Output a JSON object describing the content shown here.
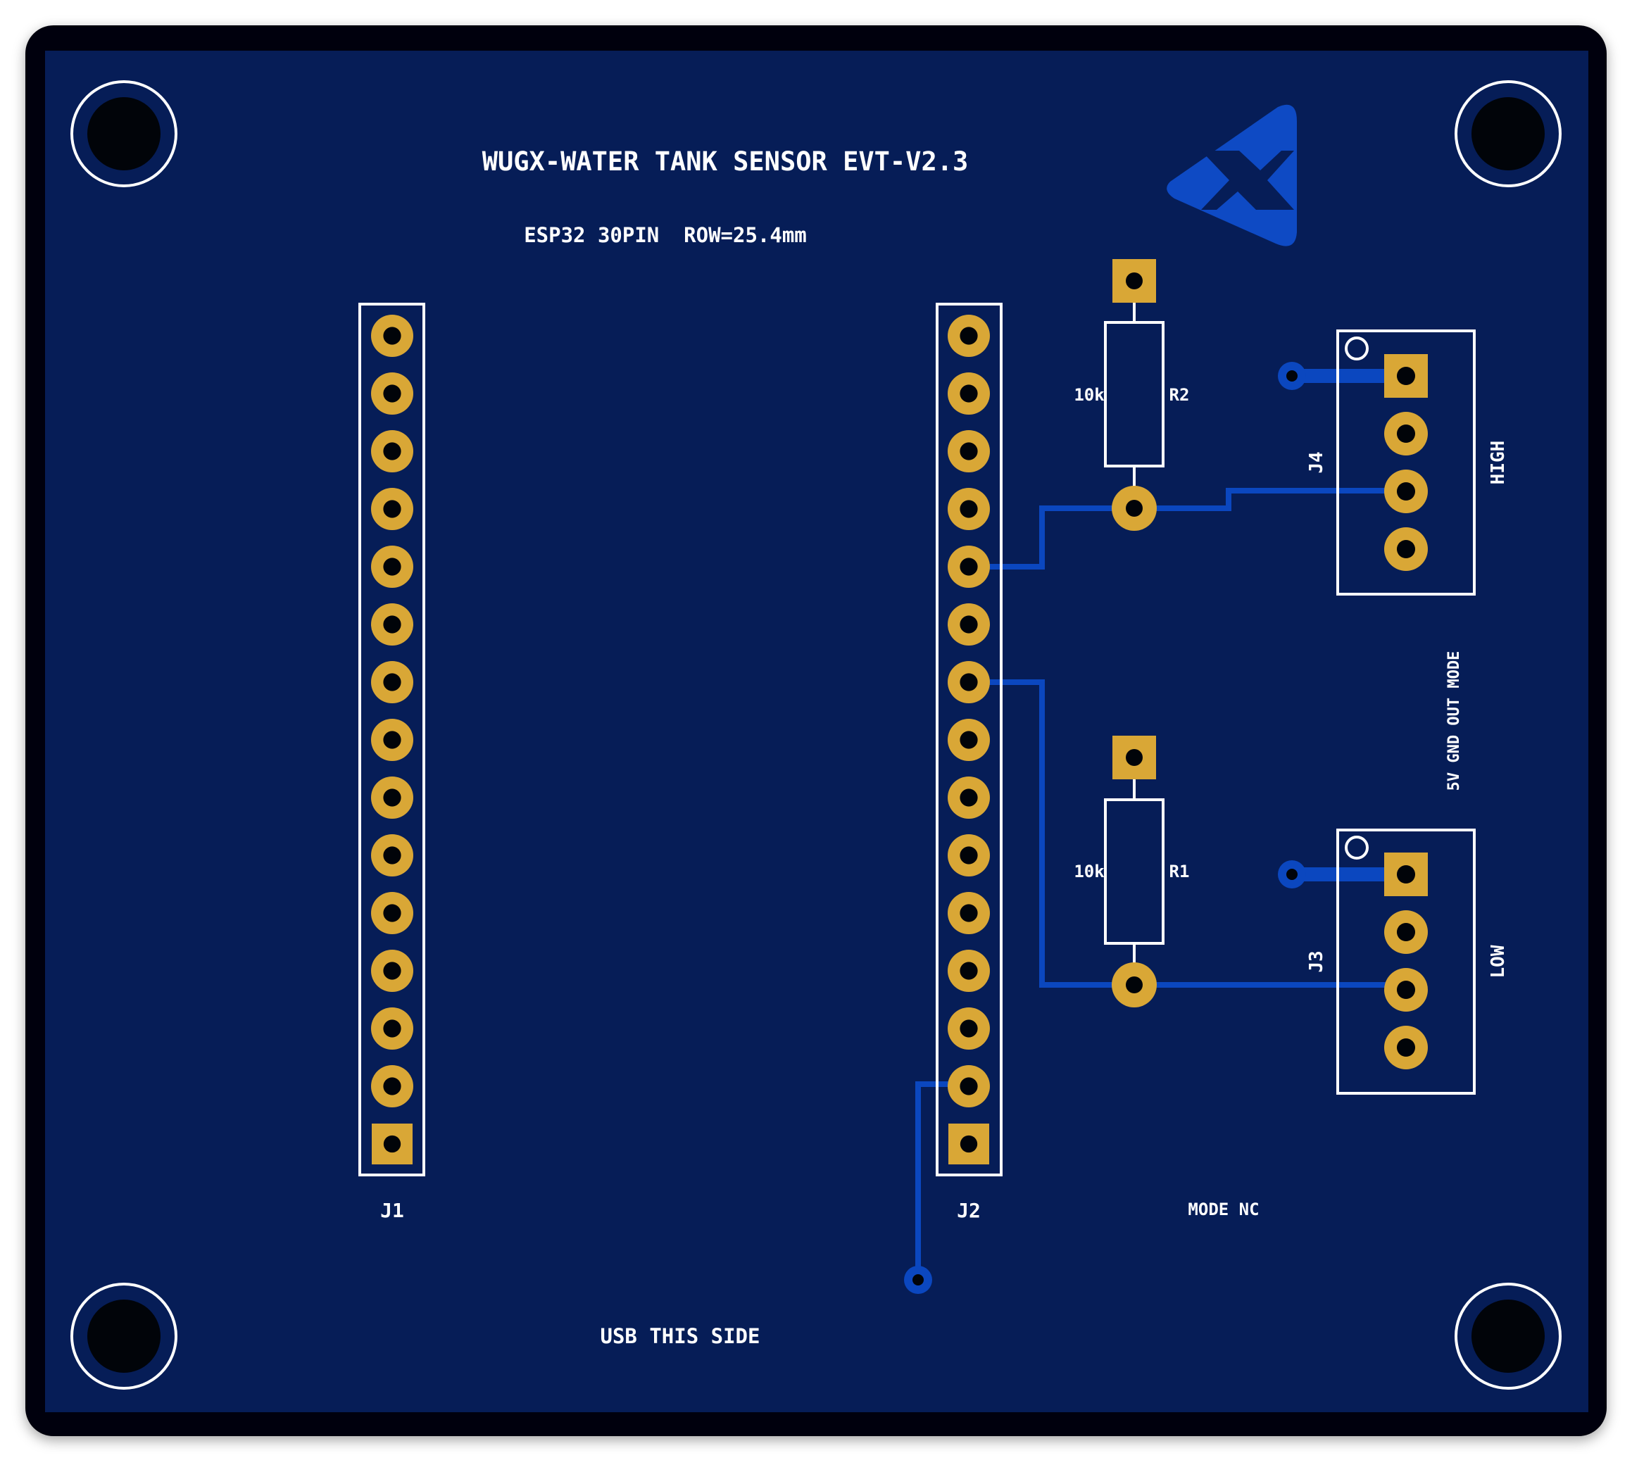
{
  "board": {
    "title": "WUGX-WATER TANK SENSOR EVT-V2.3",
    "subtitle": "ESP32 30PIN  ROW=25.4mm",
    "usb_note": "USB THIS SIDE",
    "mode_nc": "MODE NC",
    "connector_legend": "5V GND OUT MODE",
    "colors": {
      "board_fill": "#061d57",
      "board_edge": "#010409",
      "copper_trace": "#0b47bf",
      "pad_gold": "#d9a736",
      "silkscreen": "#ffffff",
      "logo_blue": "#0e4ac4"
    }
  },
  "headers": {
    "j1": {
      "label": "J1",
      "pin_count": 15
    },
    "j2": {
      "label": "J2",
      "pin_count": 15
    }
  },
  "resistors": {
    "r2": {
      "ref": "R2",
      "value": "10k"
    },
    "r1": {
      "ref": "R1",
      "value": "10k"
    }
  },
  "connectors": {
    "j4": {
      "ref": "J4",
      "side_label": "HIGH"
    },
    "j3": {
      "ref": "J3",
      "side_label": "LOW"
    }
  },
  "logo": {
    "icon": "x-triangle-logo-icon"
  }
}
